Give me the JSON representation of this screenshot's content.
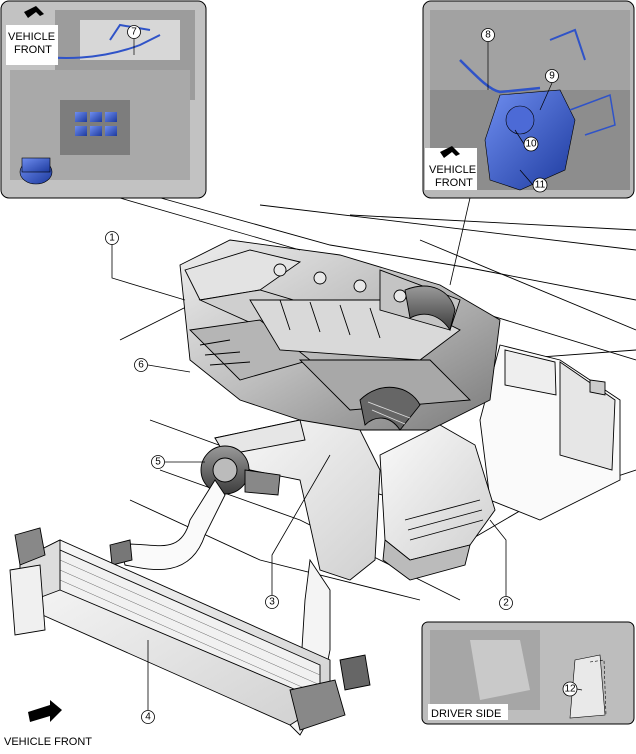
{
  "labels": {
    "vehicle_front": "VEHICLE\nFRONT",
    "vehicle_front_bottom": "VEHICLE FRONT",
    "driver_side": "DRIVER SIDE"
  },
  "callouts": [
    "1",
    "2",
    "3",
    "4",
    "5",
    "6",
    "7",
    "8",
    "9",
    "10",
    "11",
    "12"
  ],
  "colors": {
    "line": "#000000",
    "highlight_blue": "#2f53c8",
    "metal_light": "#d8d8d8",
    "metal_mid": "#9c9c9c",
    "metal_dark": "#5a5a5a",
    "inset_bg": "#bdbdbd"
  }
}
